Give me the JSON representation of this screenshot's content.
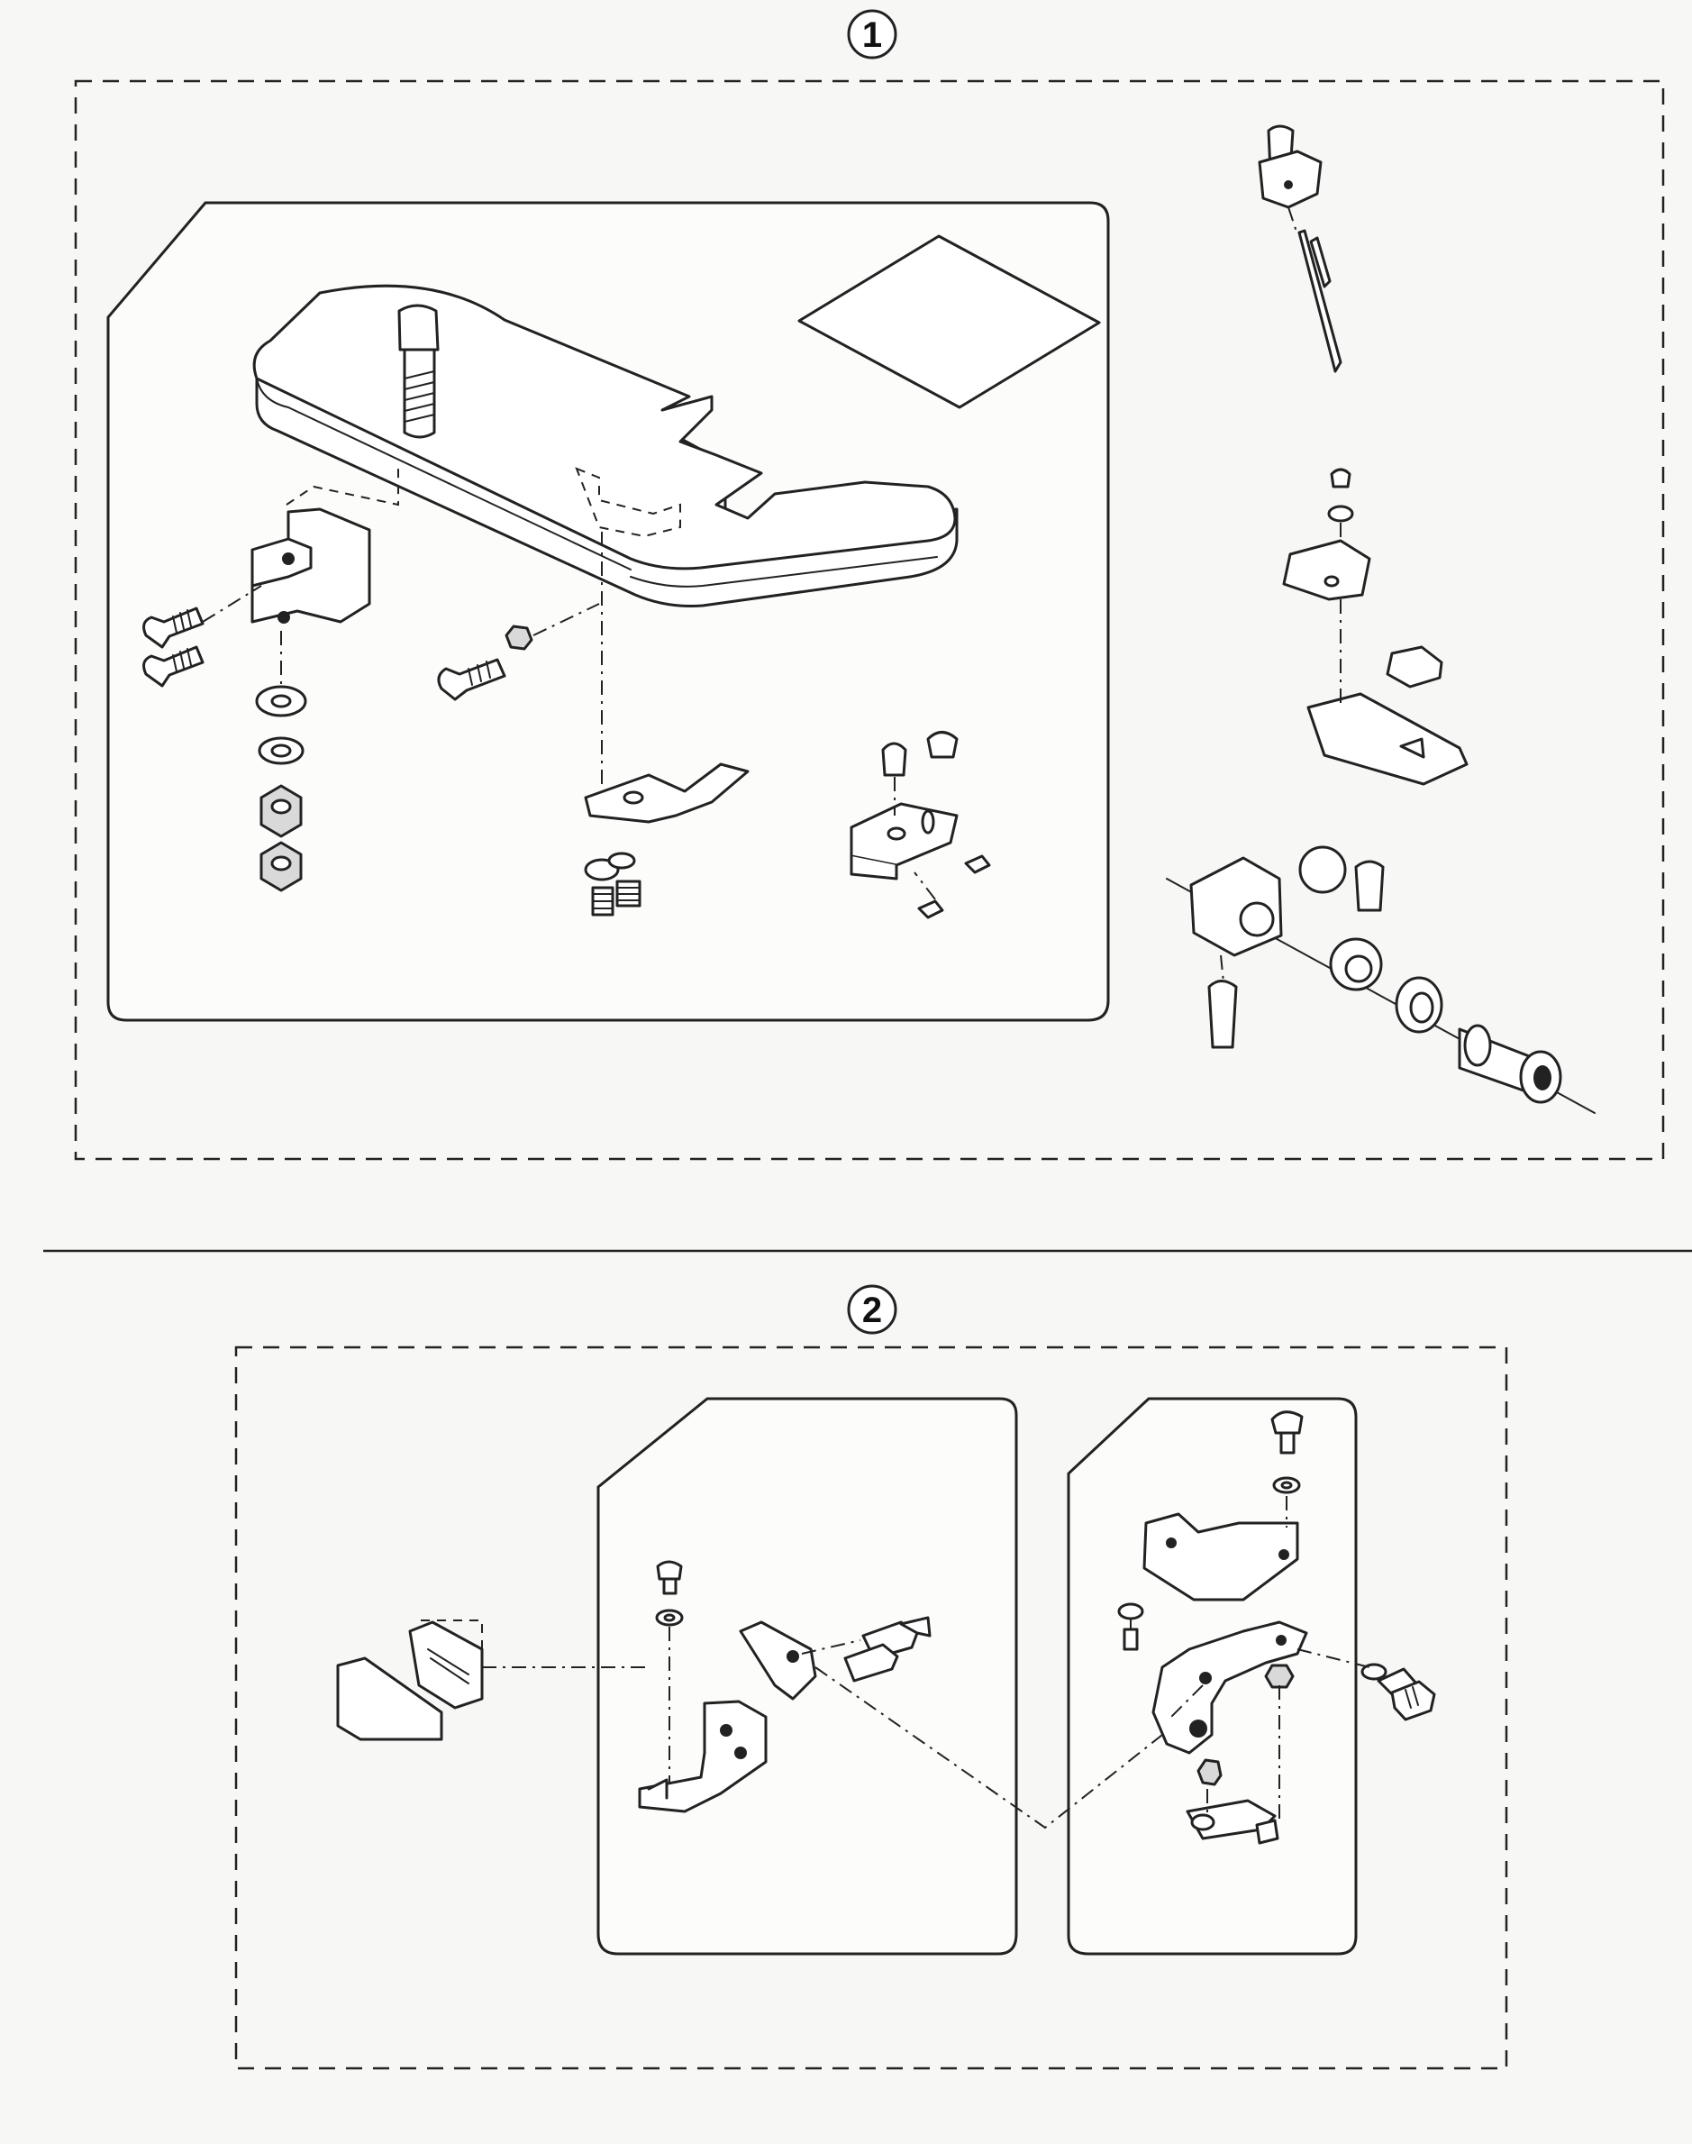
{
  "sections": [
    {
      "id": "section-1",
      "marker": "1"
    },
    {
      "id": "section-2",
      "marker": "2"
    }
  ],
  "colors": {
    "line": "#222222",
    "paper": "#f7f7f5",
    "part_fill": "#ffffff",
    "shade": "#d9d9d9"
  }
}
